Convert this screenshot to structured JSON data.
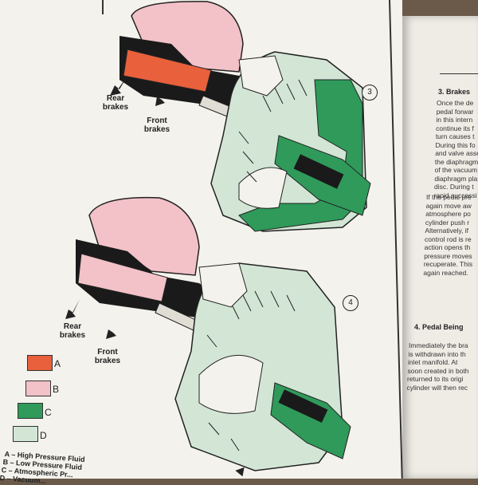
{
  "diagram_top": {
    "badge": "3",
    "rear_label": "Rear\nbrakes",
    "front_label": "Front\nbrakes"
  },
  "diagram_bottom": {
    "badge": "4",
    "rear_label": "Rear\nbrakes",
    "front_label": "Front\nbrakes"
  },
  "legend": [
    {
      "letter": "A",
      "color": "#e8603c"
    },
    {
      "letter": "B",
      "color": "#f2c2c8"
    },
    {
      "letter": "C",
      "color": "#2f9a5a"
    },
    {
      "letter": "D",
      "color": "#d3e6d6"
    }
  ],
  "key_lines": [
    "A – High Pressure Fluid",
    "B – Low Pressure Fluid",
    "C – Atmospheric Pr...",
    "D – Vacuum..."
  ],
  "right_page": {
    "heading3": "3.   Brakes",
    "para3": [
      "Once the de",
      "pedal forwar",
      "in this intern",
      "continue its f",
      "turn causes t",
      "During this fo",
      "and valve asse",
      "the diaphragm",
      "of the vacuum",
      "diaphragm pla",
      "disc. During t",
      "rapid successi"
    ],
    "para3b": [
      "If the pedal pre",
      "again move aw",
      "atmosphere po",
      "cylinder push r",
      "Alternatively, if",
      "control rod is re",
      "action opens th",
      "pressure moves",
      "recuperate. This",
      "again reached."
    ],
    "heading4": "4.   Pedal Being",
    "para4": [
      "Immediately the bra",
      "is withdrawn into th",
      "inlet manifold.  At",
      "soon created in both",
      "returned to its origi",
      "cylinder will then rec"
    ]
  }
}
